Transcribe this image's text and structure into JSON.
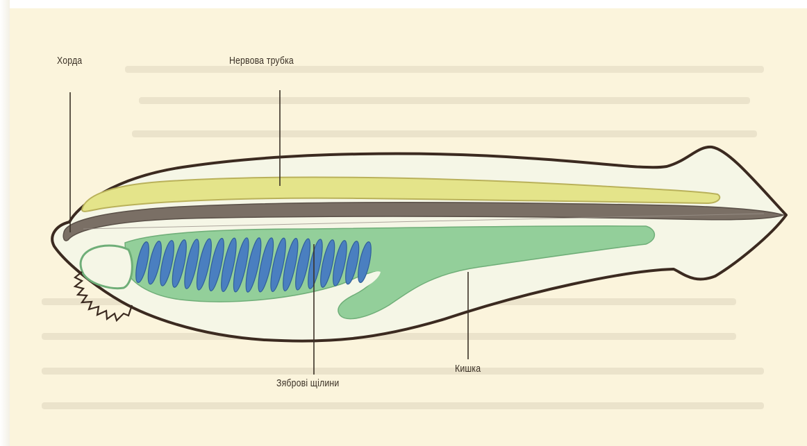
{
  "labels": {
    "chorda": "Хорда",
    "neural_tube": "Нервова трубка",
    "gill_slits": "Зяброві щілини",
    "gut": "Кишка"
  },
  "colors": {
    "paper": "#fbf4dc",
    "body_outline": "#3b2a20",
    "neural_tube": "#e4e48a",
    "chorda": "#7a6f65",
    "gut": "#93cf9a",
    "gill_slits": "#4a7fc0",
    "body_inner": "#f3f7e8"
  }
}
